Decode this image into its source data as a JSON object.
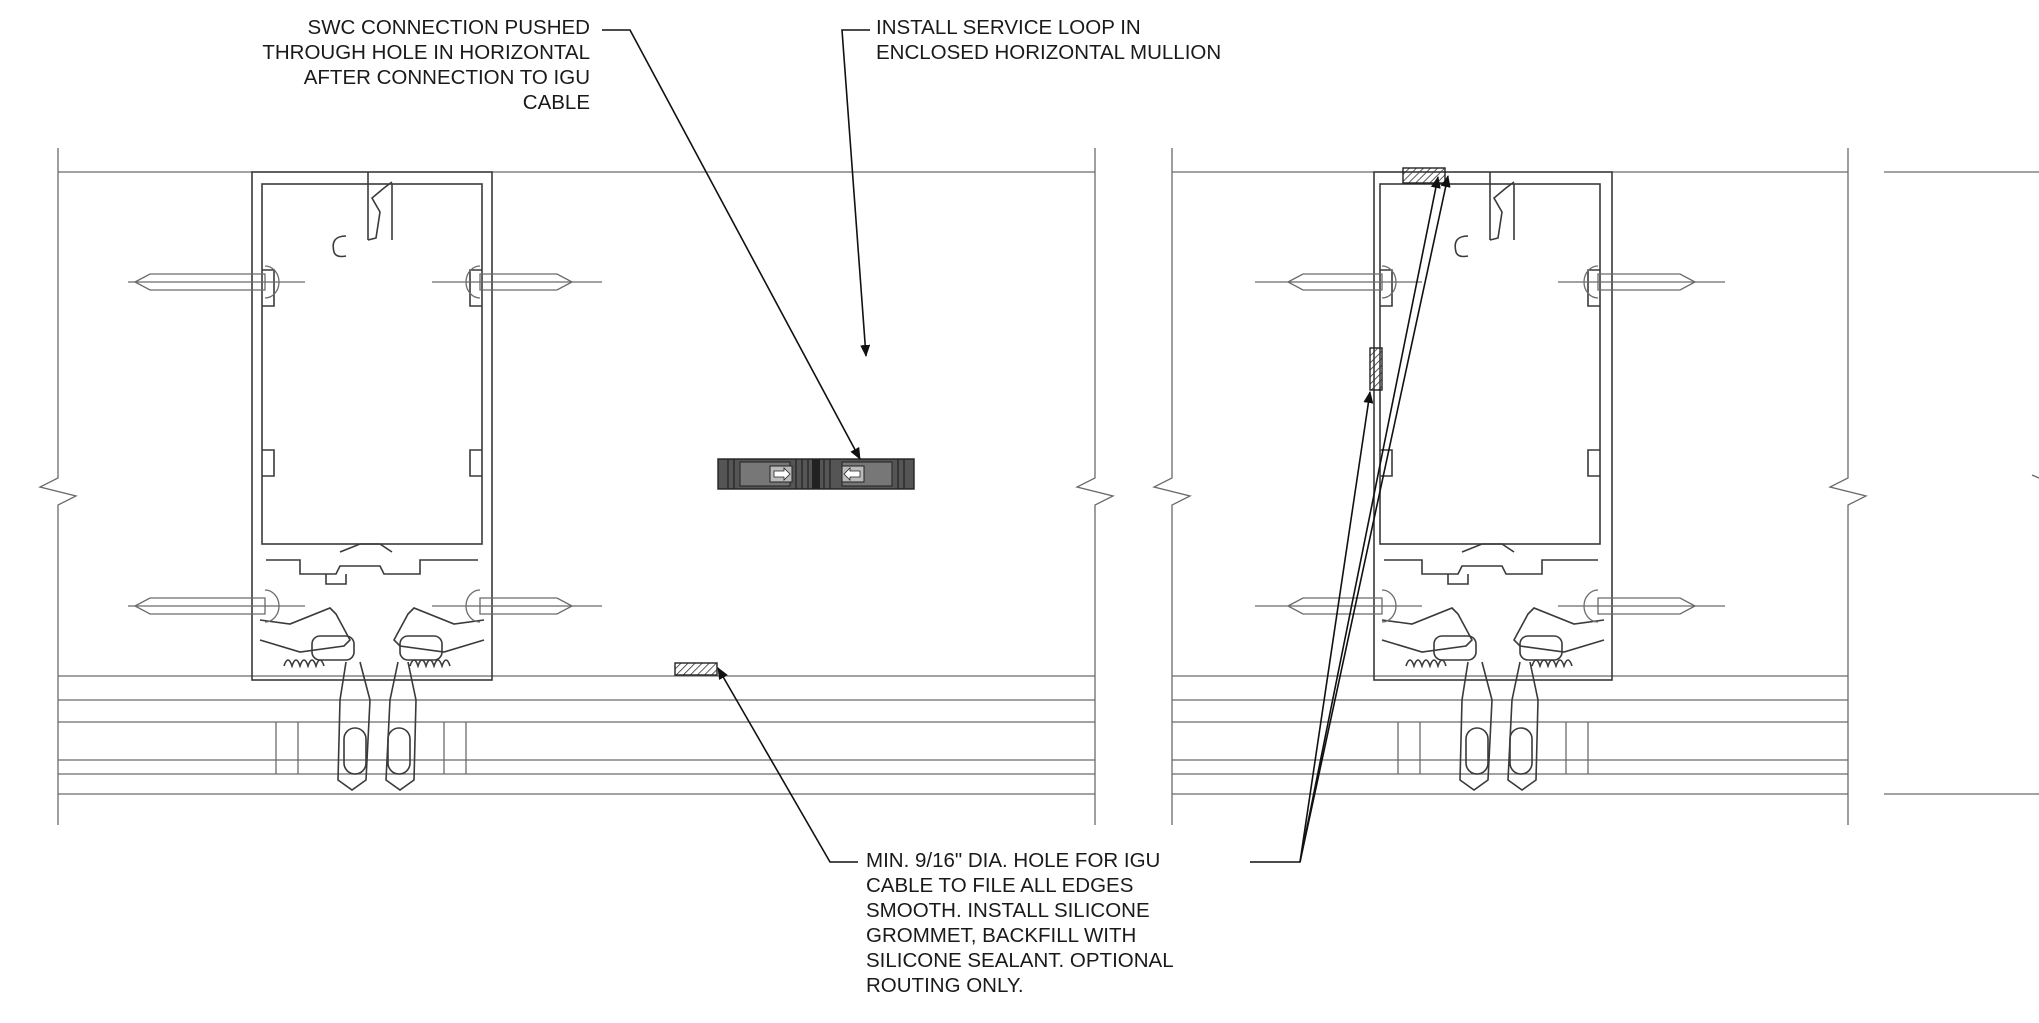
{
  "callouts": {
    "swc_connection": [
      "SWC CONNECTION PUSHED",
      "THROUGH HOLE IN HORIZONTAL",
      "AFTER CONNECTION TO IGU",
      "CABLE"
    ],
    "service_loop": [
      "INSTALL SERVICE LOOP IN",
      "ENCLOSED HORIZONTAL MULLION"
    ],
    "cable_hole": [
      "MIN. 9/16\" DIA. HOLE FOR IGU",
      "CABLE TO FILE ALL EDGES",
      "SMOOTH. INSTALL SILICONE",
      "GROMMET, BACKFILL WITH",
      "SILICONE SEALANT. OPTIONAL",
      "ROUTING ONLY."
    ]
  },
  "colors": {
    "line": "#6b6b6b",
    "leader": "#111111",
    "connector_fill": "#444444",
    "hatch": "#9a9a9a"
  },
  "icons": [
    "swc-connector-icon",
    "arrow-right-icon",
    "arrow-left-icon",
    "hatched-hole-icon"
  ]
}
